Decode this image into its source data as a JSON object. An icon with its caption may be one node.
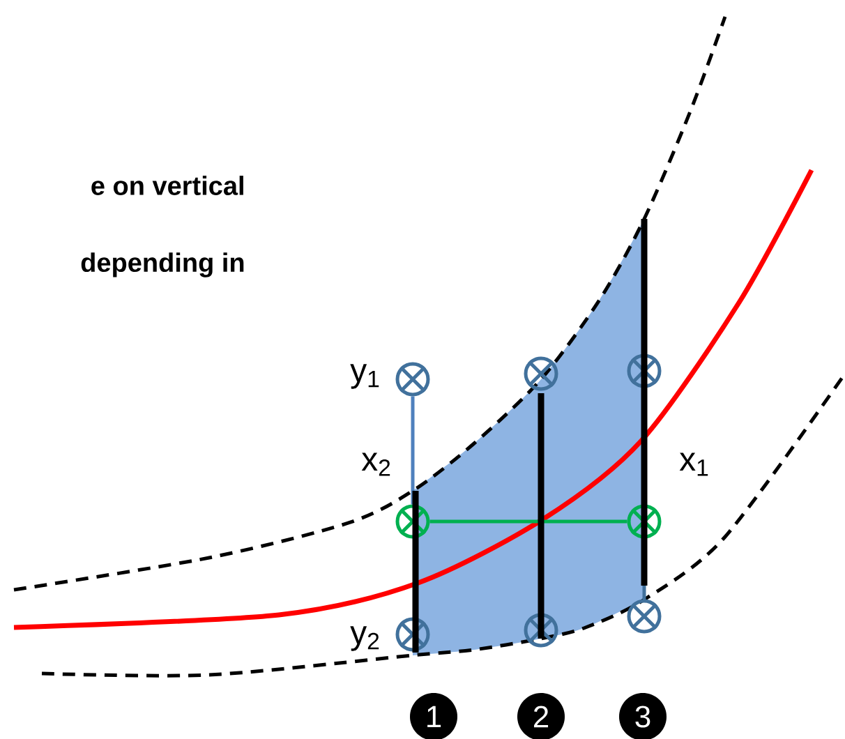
{
  "diagram": {
    "nodes": [
      {
        "text": [],
        "shape": "circle"
      },
      {
        "text": [],
        "shape": "circle"
      },
      {
        "text": [],
        "shape": "circle"
      },
      {
        "text": [],
        "shape": "circle"
      },
      {
        "text": [],
        "shape": "circle"
      },
      {
        "text": [],
        "shape": "circle"
      },
      {
        "text": [],
        "shape": "circle"
      },
      {
        "text": [],
        "shape": "circle"
      },
      {
        "text": [
          "1"
        ]
      },
      {
        "text": [
          "2"
        ]
      },
      {
        "text": [
          "3"
        ]
      }
    ],
    "edges": [
      {
        "from": 0,
        "to": 3,
        "arrow": "none",
        "color": "#4f81bd"
      },
      {
        "from": 3,
        "to": 4,
        "arrow": "none",
        "color": "#00b050"
      }
    ],
    "labels": [
      "e on vertical",
      "depending in",
      "y$_{1}$",
      "x$_{2}$",
      "x$_{1}$",
      "y$_{2}$"
    ]
  }
}
